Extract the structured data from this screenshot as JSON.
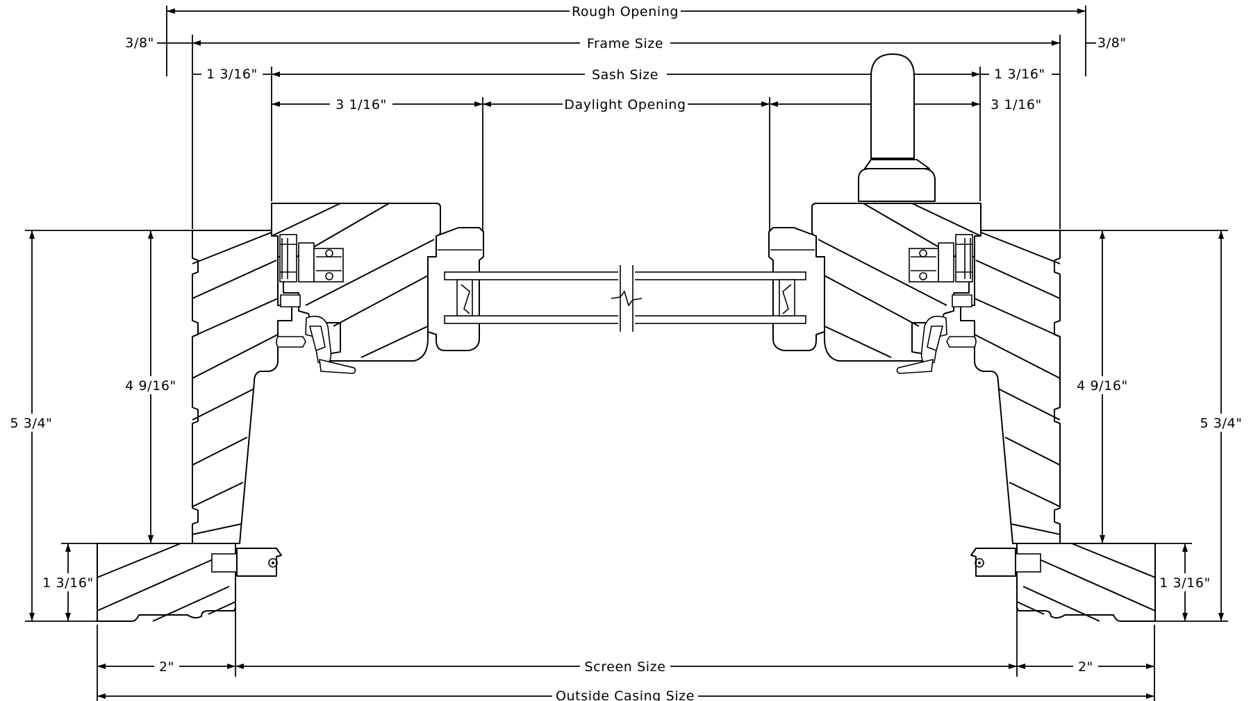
{
  "labels": {
    "rough_opening": "Rough Opening",
    "frame_size": "Frame Size",
    "sash_size": "Sash Size",
    "daylight_opening": "Daylight Opening",
    "screen_size": "Screen Size",
    "outside_casing_size": "Outside Casing Size"
  },
  "dimensions": {
    "left_3_8": "3/8\"",
    "right_3_8": "3/8\"",
    "left_1_3_16_top": "1 3/16\"",
    "right_1_3_16_top": "1 3/16\"",
    "left_3_1_16": "3 1/16\"",
    "right_3_1_16": "3 1/16\"",
    "left_4_9_16": "4 9/16\"",
    "right_4_9_16": "4 9/16\"",
    "left_5_3_4": "5 3/4\"",
    "right_5_3_4": "5 3/4\"",
    "left_1_3_16_bottom": "1 3/16\"",
    "right_1_3_16_bottom": "1 3/16\"",
    "left_2": "2\"",
    "right_2": "2\""
  },
  "colors": {
    "line": "#000000",
    "background": "#ffffff"
  }
}
